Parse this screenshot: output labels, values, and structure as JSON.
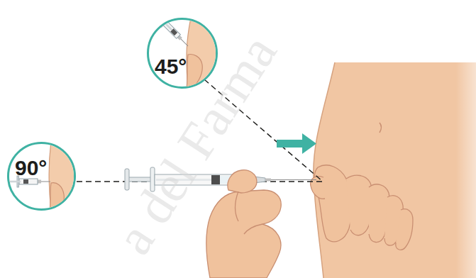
{
  "diagram": {
    "nodes": [
      {
        "text": [
          "45°"
        ]
      },
      {
        "text": [
          "90°"
        ]
      }
    ],
    "labels": [
      "a del Farma"
    ]
  }
}
